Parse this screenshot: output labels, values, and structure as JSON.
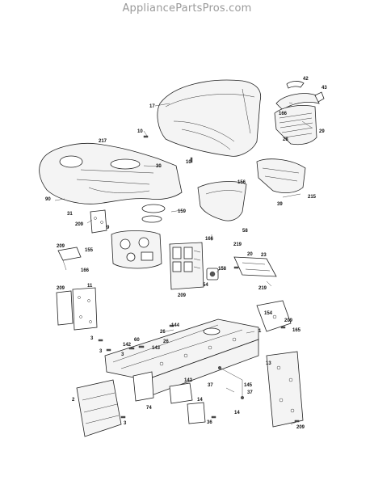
{
  "watermark": "AppliancePartsPros.com",
  "callouts": {
    "c17": "17",
    "c42": "42",
    "c43": "43",
    "c166a": "166",
    "c29": "29",
    "c28": "28",
    "c10a": "10",
    "c217": "217",
    "c30": "30",
    "c10b": "10",
    "c156": "156",
    "c215": "215",
    "c39": "39",
    "c90": "90",
    "c31": "31",
    "c209a": "209",
    "c9": "9",
    "c159": "159",
    "c166b": "166",
    "c58": "58",
    "c209b": "209",
    "c155": "155",
    "c166c": "166",
    "c219a": "219",
    "c20": "20",
    "c23": "23",
    "c158": "158",
    "c54": "54",
    "c209c": "209",
    "c219b": "219",
    "c209d": "209",
    "c11": "11",
    "c154": "154",
    "c209e": "209",
    "c165": "165",
    "c1": "1",
    "c144": "144",
    "c26a": "26",
    "c26b": "26",
    "c60": "60",
    "c142a": "142",
    "c143": "143",
    "c3a": "3",
    "c3b": "3",
    "c3c": "3",
    "c3d": "3",
    "c2": "2",
    "c74": "74",
    "c142b": "142",
    "c37a": "37",
    "c37b": "37",
    "c145": "145",
    "c14a": "14",
    "c14b": "14",
    "c36": "36",
    "c13": "13",
    "c209f": "209"
  }
}
